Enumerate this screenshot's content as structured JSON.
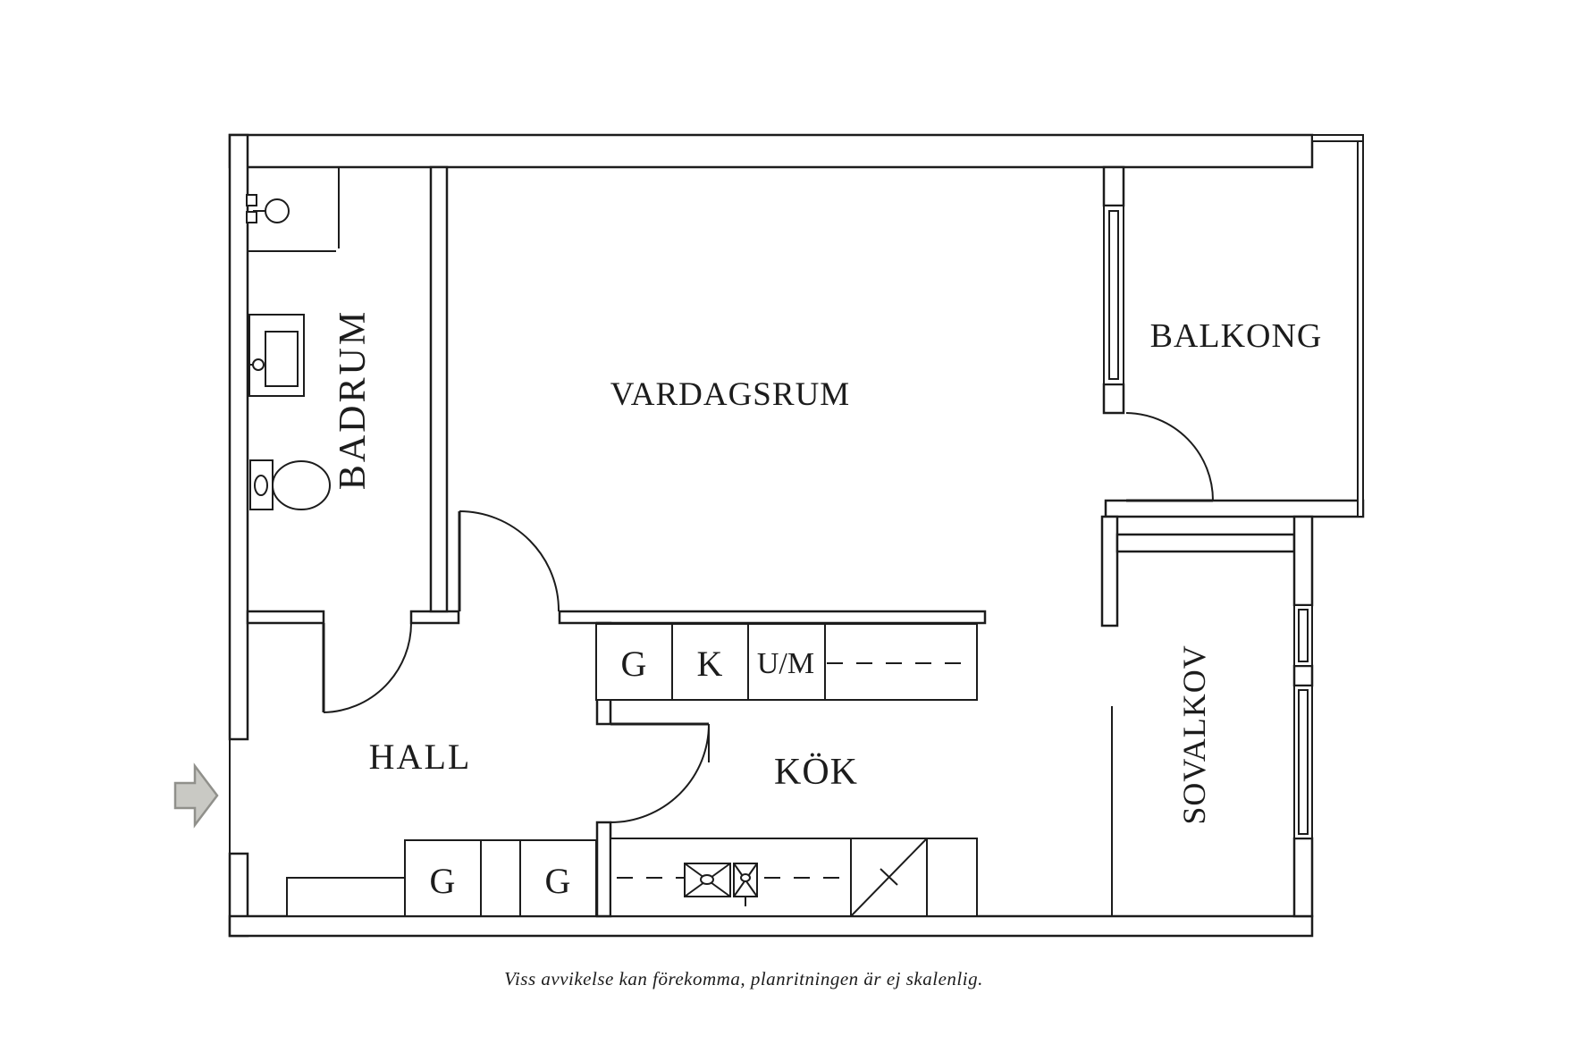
{
  "page": {
    "background": "#ffffff",
    "disclaimer": "Viss avvikelse kan förekomma, planritningen är ej skalenlig."
  },
  "floorplan": {
    "ink_color": "#1c1c1c",
    "entry_arrow_fill": "#c9c9c4",
    "entry_arrow_stroke": "#90908b",
    "rooms": [
      {
        "id": "badrum",
        "label": "BADRUM"
      },
      {
        "id": "vardagsrum",
        "label": "VARDAGSRUM"
      },
      {
        "id": "balkong",
        "label": "BALKONG"
      },
      {
        "id": "hall",
        "label": "HALL"
      },
      {
        "id": "kok",
        "label": "KÖK"
      },
      {
        "id": "sovalkov",
        "label": "SOVALKOV"
      }
    ],
    "kitchen_cabinets_upper": [
      {
        "label": "G"
      },
      {
        "label": "K"
      },
      {
        "label": "U/M"
      }
    ],
    "hall_cabinets_lower": [
      {
        "label": "G"
      },
      {
        "label": "G"
      }
    ]
  }
}
